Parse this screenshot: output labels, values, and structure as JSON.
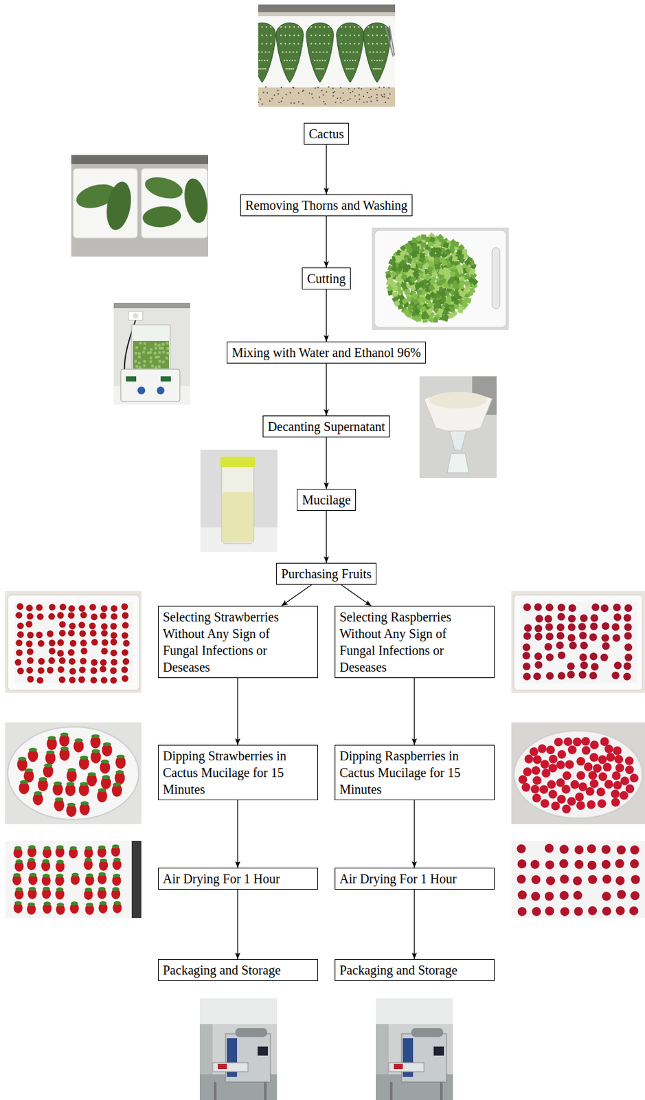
{
  "diagram": {
    "nodes": [
      {
        "text": [
          "Cactus"
        ]
      },
      {
        "text": [
          "Removing Thorns and Washing"
        ]
      },
      {
        "text": [
          "Cutting"
        ]
      },
      {
        "text": [
          "Mixing with Water and Ethanol 96%"
        ]
      },
      {
        "text": [
          "Decanting Supernatant"
        ]
      },
      {
        "text": [
          "Mucilage"
        ]
      },
      {
        "text": [
          "Purchasing Fruits"
        ]
      },
      {
        "text": [
          "Selecting Strawberries Without Any Sign of Fungal Infections or Deseases"
        ]
      },
      {
        "text": [
          "Selecting Raspberries Without Any Sign of Fungal Infections or Deseases"
        ]
      },
      {
        "text": [
          "Dipping Strawberries in Cactus Mucilage for 15 Minutes"
        ]
      },
      {
        "text": [
          "Dipping Raspberries in Cactus Mucilage for 15 Minutes"
        ]
      },
      {
        "text": [
          "Air Drying For 1 Hour"
        ]
      },
      {
        "text": [
          "Air Drying For 1 Hour"
        ]
      },
      {
        "text": [
          "Packaging and Storage"
        ]
      },
      {
        "text": [
          "Packaging and Storage"
        ]
      }
    ],
    "edges": [
      {
        "from": 0,
        "to": 1,
        "arrow": "to"
      },
      {
        "from": 1,
        "to": 2,
        "arrow": "to"
      },
      {
        "from": 2,
        "to": 3,
        "arrow": "to"
      },
      {
        "from": 3,
        "to": 4,
        "arrow": "to"
      },
      {
        "from": 4,
        "to": 5,
        "arrow": "to"
      },
      {
        "from": 5,
        "to": 6,
        "arrow": "to"
      },
      {
        "from": 6,
        "to": 7,
        "arrow": "to"
      },
      {
        "from": 6,
        "to": 8,
        "arrow": "to"
      },
      {
        "from": 7,
        "to": 9,
        "arrow": "to"
      },
      {
        "from": 8,
        "to": 10,
        "arrow": "to"
      },
      {
        "from": 9,
        "to": 11,
        "arrow": "to"
      },
      {
        "from": 10,
        "to": 12,
        "arrow": "to"
      },
      {
        "from": 11,
        "to": 13,
        "arrow": "to"
      },
      {
        "from": 12,
        "to": 14,
        "arrow": "to"
      }
    ]
  }
}
